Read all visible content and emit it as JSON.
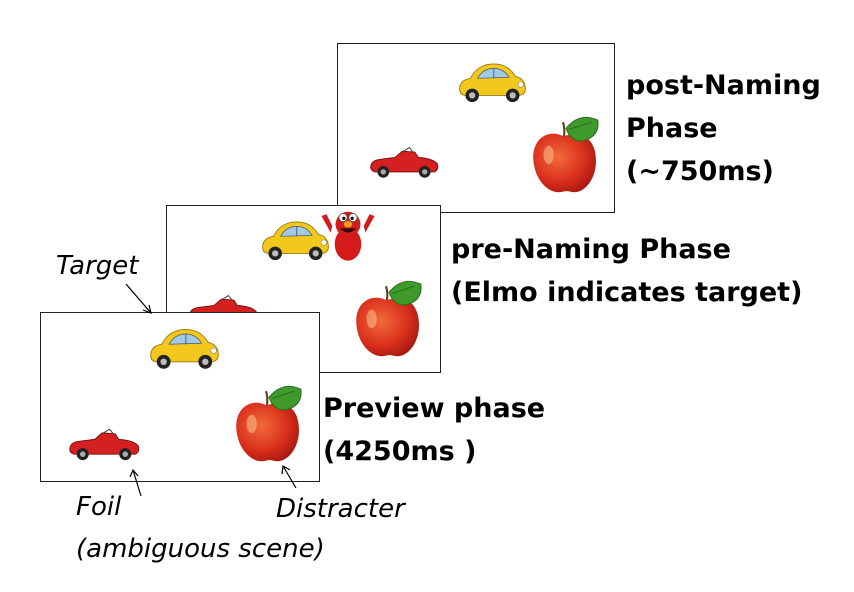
{
  "phases": {
    "post_naming": {
      "line1": "post-Naming",
      "line2": "Phase",
      "line3": "(~750ms)"
    },
    "pre_naming": {
      "line1": "pre-Naming Phase",
      "line2": "(Elmo indicates target)"
    },
    "preview": {
      "line1": "Preview phase",
      "line2": "(4250ms )"
    }
  },
  "annotations": {
    "target": "Target",
    "foil_line1": "Foil",
    "foil_line2": "(ambiguous scene)",
    "distracter": "Distracter"
  },
  "colors": {
    "yellow_car": "#f2c81d",
    "red_car": "#d42020",
    "apple": "#d9301c",
    "leaf": "#3f9a2c",
    "elmo": "#d41a1a"
  },
  "icons": [
    "yellow-car-icon",
    "red-car-icon",
    "apple-icon",
    "elmo-icon"
  ]
}
